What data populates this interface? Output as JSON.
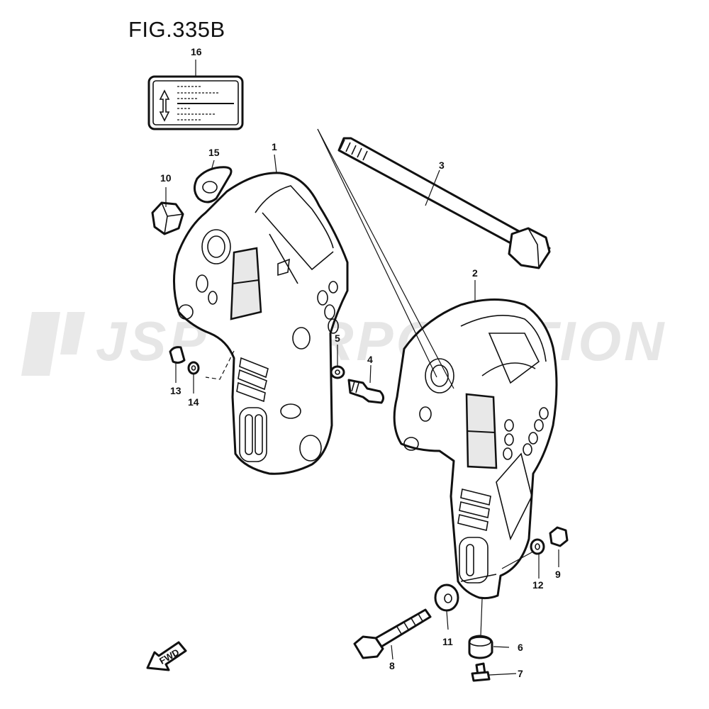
{
  "figure": {
    "title": "FIG.335B"
  },
  "watermark": {
    "text": "JSP CORPORATION"
  },
  "callouts": [
    {
      "number": "1"
    },
    {
      "number": "2"
    },
    {
      "number": "3"
    },
    {
      "number": "4"
    },
    {
      "number": "5"
    },
    {
      "number": "6"
    },
    {
      "number": "7"
    },
    {
      "number": "8"
    },
    {
      "number": "9"
    },
    {
      "number": "10"
    },
    {
      "number": "11"
    },
    {
      "number": "12"
    },
    {
      "number": "13"
    },
    {
      "number": "14"
    },
    {
      "number": "15"
    },
    {
      "number": "16"
    }
  ],
  "fwd_marker": {
    "label": "FWD"
  }
}
